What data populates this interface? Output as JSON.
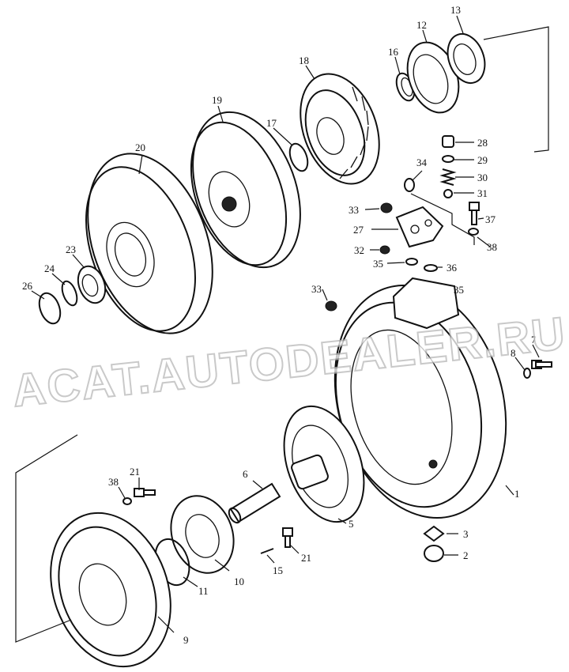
{
  "diagram": {
    "type": "exploded parts diagram",
    "watermark": "ACAT.AUTODEALER.RU",
    "callouts": [
      "1",
      "2",
      "3",
      "5",
      "6",
      "7",
      "8",
      "9",
      "10",
      "11",
      "12",
      "13",
      "15",
      "16",
      "17",
      "18",
      "19",
      "20",
      "21",
      "21b",
      "23",
      "24",
      "26",
      "27",
      "28",
      "29",
      "30",
      "31",
      "32",
      "33",
      "33b",
      "34",
      "35",
      "35b",
      "36",
      "37",
      "38",
      "38b"
    ],
    "labels": {
      "1": "1",
      "2": "2",
      "3": "3",
      "5": "5",
      "6": "6",
      "7": "7",
      "8": "8",
      "9": "9",
      "10": "10",
      "11": "11",
      "12": "12",
      "13": "13",
      "15": "15",
      "16": "16",
      "17": "17",
      "18": "18",
      "19": "19",
      "20": "20",
      "21": "21",
      "21b": "21",
      "23": "23",
      "24": "24",
      "26": "26",
      "27": "27",
      "28": "28",
      "29": "29",
      "30": "30",
      "31": "31",
      "32": "32",
      "33": "33",
      "33b": "33",
      "34": "34",
      "35": "35",
      "35b": "35",
      "36": "36",
      "37": "37",
      "38": "38",
      "38b": "38"
    }
  }
}
